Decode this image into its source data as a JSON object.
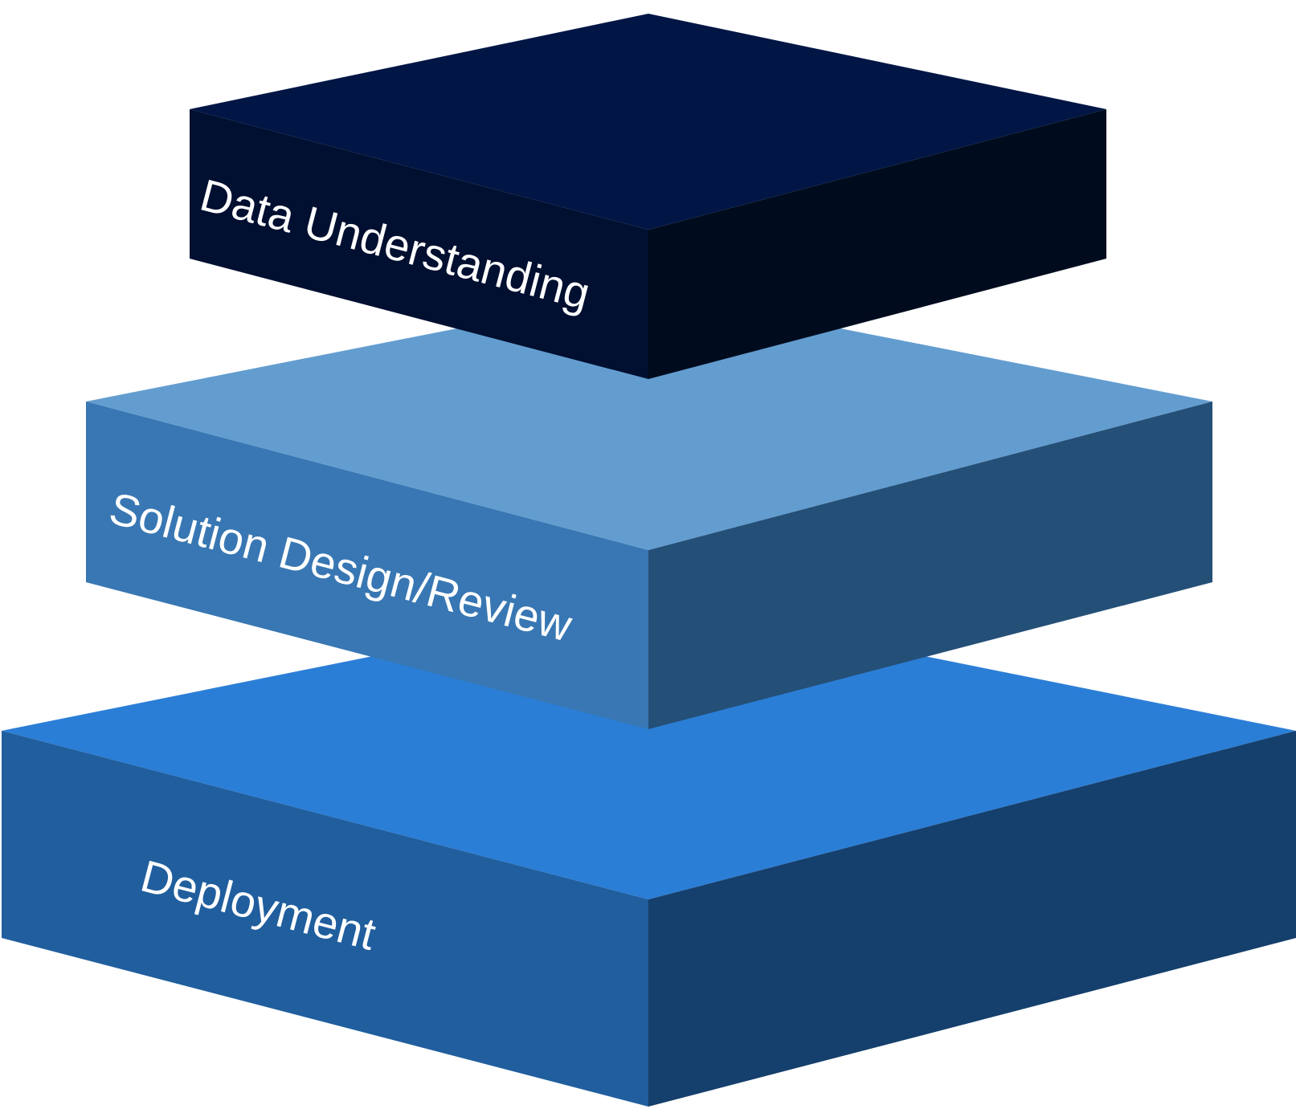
{
  "diagram": {
    "layers": [
      {
        "id": "deployment",
        "label": "Deployment",
        "colors": {
          "top": "#2b7ed6",
          "left": "#205e9e",
          "right": "#153f6c"
        }
      },
      {
        "id": "solution-design",
        "label": "Solution Design/Review",
        "colors": {
          "top": "#639dd0",
          "left": "#3877b3",
          "right": "#244f77"
        }
      },
      {
        "id": "data-understanding",
        "label": "Data Understanding",
        "colors": {
          "top": "#011645",
          "left": "#010f30",
          "right": "#000c1e"
        }
      }
    ]
  }
}
